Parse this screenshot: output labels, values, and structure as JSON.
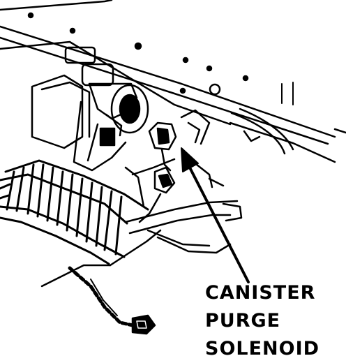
{
  "callout": {
    "lines": [
      "CANISTER",
      "PURGE",
      "SOLENOID"
    ]
  },
  "colors": {
    "ink": "#000000",
    "paper": "#ffffff"
  }
}
